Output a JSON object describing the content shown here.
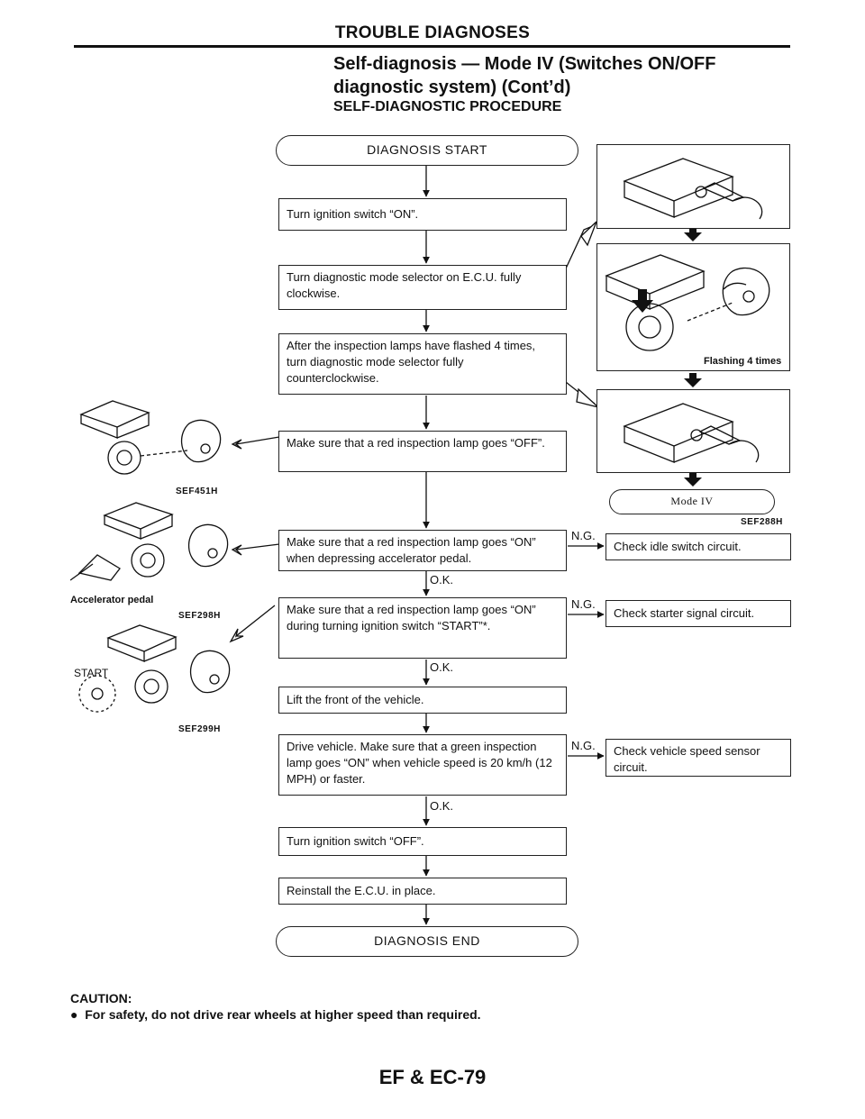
{
  "header": {
    "title": "TROUBLE DIAGNOSES"
  },
  "section": {
    "title_line1": "Self-diagnosis — Mode IV (Switches ON/OFF",
    "title_line2": "diagnostic system) (Cont’d)",
    "subtitle": "SELF-DIAGNOSTIC PROCEDURE"
  },
  "flow": {
    "start": "DIAGNOSIS START",
    "end": "DIAGNOSIS END",
    "steps": [
      "Turn ignition switch “ON”.",
      "Turn diagnostic mode selector on E.C.U. fully clockwise.",
      "After the inspection lamps have flashed 4 times, turn diagnostic mode selector fully counterclockwise.",
      "Make sure that a red inspection lamp goes “OFF”.",
      "Make sure that a red inspection lamp goes “ON” when depressing accelerator pedal.",
      "Make sure that a red inspection lamp goes “ON” during turning ignition switch “START”*.",
      "Lift the front of the vehicle.",
      "Drive vehicle. Make sure that a green inspection lamp goes “ON” when vehicle speed is 20 km/h (12 MPH) or faster.",
      "Turn ignition switch “OFF”.",
      "Reinstall the E.C.U. in place."
    ],
    "ok_label": "O.K.",
    "ng_label": "N.G.",
    "ng_results": [
      "Check idle switch circuit.",
      "Check starter signal circuit.",
      "Check vehicle speed sensor circuit."
    ]
  },
  "right_illustration": {
    "caption": "Flashing 4 times",
    "mode_label": "Mode IV",
    "ref": "SEF288H"
  },
  "left_illustrations": {
    "ref1": "SEF451H",
    "accelerator_label": "Accelerator pedal",
    "ref2": "SEF298H",
    "start_label": "START",
    "ref3": "SEF299H"
  },
  "caution": {
    "title": "CAUTION:",
    "bullet": "●",
    "item": "For safety, do not drive rear wheels at higher speed than required."
  },
  "footer": {
    "page": "EF & EC-79"
  }
}
